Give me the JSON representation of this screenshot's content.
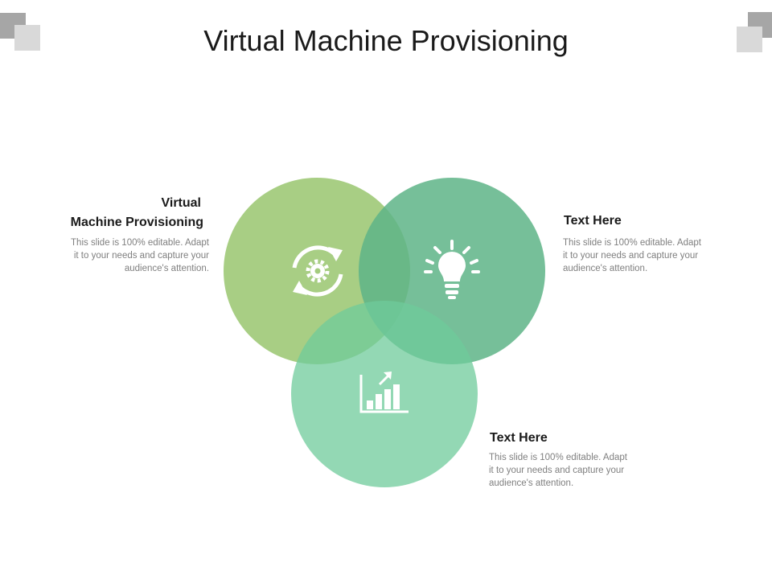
{
  "title": "Virtual Machine Provisioning",
  "colors": {
    "circle_left": "#a3cb7d",
    "circle_right": "#6dbd93",
    "circle_bottom": "#86d3ab",
    "corner_dark": "#a6a6a6",
    "corner_light": "#d9d9d9"
  },
  "icons": {
    "left": "gear-refresh-icon",
    "right": "lightbulb-icon",
    "bottom": "bar-chart-growth-icon"
  },
  "blocks": [
    {
      "heading_line1": "Virtual",
      "heading_line2": "Machine Provisioning",
      "body_lines": [
        "This slide is 100% editable. Adapt",
        "it to your needs and capture your",
        "audience's attention."
      ]
    },
    {
      "heading": "Text Here",
      "body_lines": [
        "This slide is 100% editable. Adapt",
        "it to your needs and capture your",
        "audience's attention."
      ]
    },
    {
      "heading": "Text Here",
      "body_lines": [
        "This slide is 100% editable. Adapt",
        "it to your needs and capture your",
        "audience's attention."
      ]
    }
  ]
}
